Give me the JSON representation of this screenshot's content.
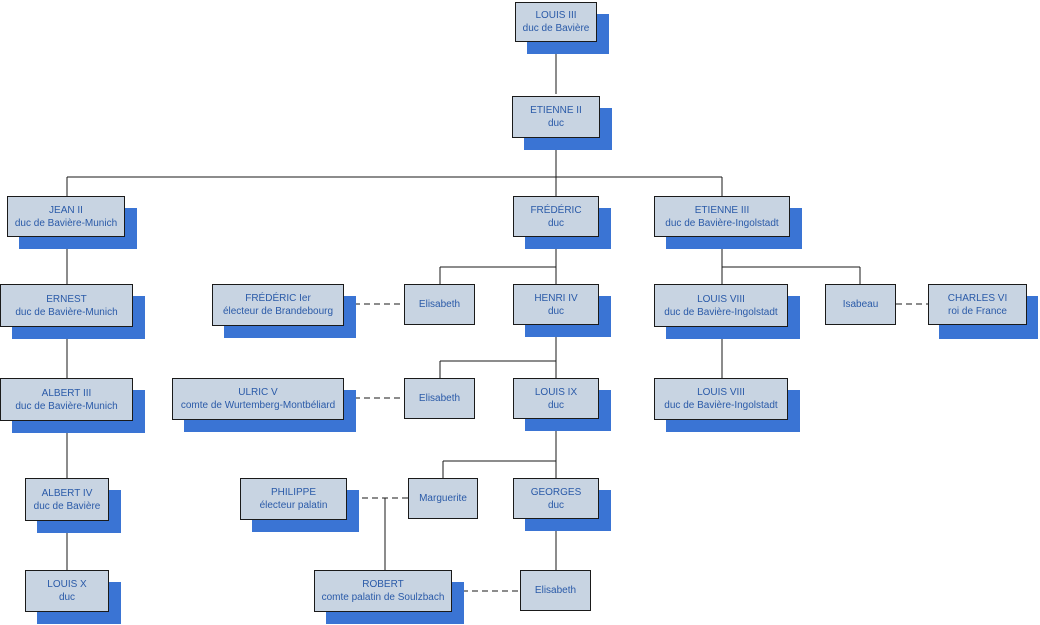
{
  "nodes": {
    "louis3": {
      "line1": "LOUIS III",
      "line2": "duc de Bavière"
    },
    "etienne2": {
      "line1": "ETIENNE II",
      "line2": "duc"
    },
    "jean2": {
      "line1": "JEAN II",
      "line2": "duc de Bavière-Munich"
    },
    "frederic": {
      "line1": "FRÉDÉRIC",
      "line2": "duc"
    },
    "etienne3": {
      "line1": "ETIENNE III",
      "line2": "duc de Bavière-Ingolstadt"
    },
    "ernest": {
      "line1": "ERNEST",
      "line2": "duc de Bavière-Munich"
    },
    "frederic1": {
      "line1": "FRÉDÉRIC Ier",
      "line2": "électeur de Brandebourg"
    },
    "elisabeth1": {
      "line1": "Elisabeth"
    },
    "henri4": {
      "line1": "HENRI IV",
      "line2": "duc"
    },
    "louis8a": {
      "line1": "LOUIS VIII",
      "line2": "duc de Bavière-Ingolstadt"
    },
    "isabeau": {
      "line1": "Isabeau"
    },
    "charles6": {
      "line1": "CHARLES VI",
      "line2": "roi de France"
    },
    "albert3": {
      "line1": "ALBERT III",
      "line2": "duc de Bavière-Munich"
    },
    "ulric5": {
      "line1": "ULRIC V",
      "line2": "comte de Wurtemberg-Montbéliard"
    },
    "elisabeth2": {
      "line1": "Elisabeth"
    },
    "louis9": {
      "line1": "LOUIS IX",
      "line2": "duc"
    },
    "louis8b": {
      "line1": "LOUIS VIII",
      "line2": "duc de Bavière-Ingolstadt"
    },
    "albert4": {
      "line1": "ALBERT IV",
      "line2": "duc de Bavière"
    },
    "philippe": {
      "line1": "PHILIPPE",
      "line2": "électeur palatin"
    },
    "marguerite": {
      "line1": "Marguerite"
    },
    "georges": {
      "line1": "GEORGES",
      "line2": "duc"
    },
    "louis10": {
      "line1": "LOUIS X",
      "line2": "duc"
    },
    "robert": {
      "line1": "ROBERT",
      "line2": "comte palatin de Soulzbach"
    },
    "elisabeth3": {
      "line1": "Elisabeth"
    }
  },
  "colors": {
    "box": "#c8d4e2",
    "shadow": "#3a74d4",
    "text": "#2a5aa8",
    "line": "#1a1a1a"
  }
}
